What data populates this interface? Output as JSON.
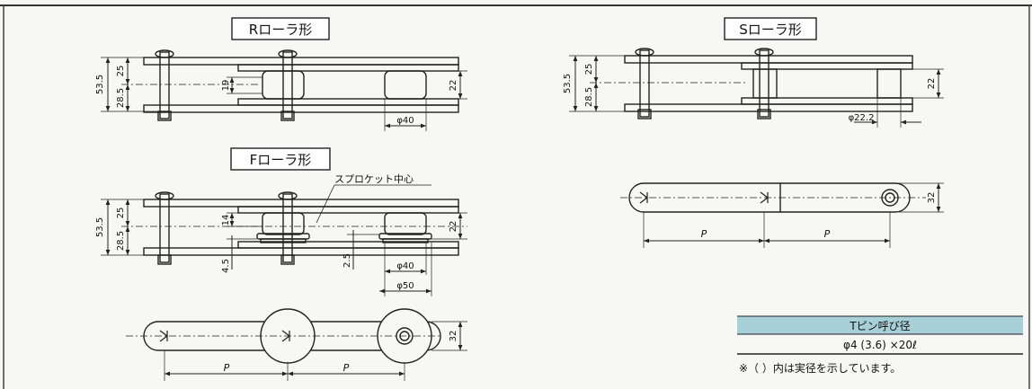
{
  "diagrams": {
    "r_roller": {
      "title": "Rローラ形",
      "dim_total": "53.5",
      "dim_top": "25",
      "dim_bottom": "28.5",
      "dim_inner": "19",
      "dim_width": "22",
      "dim_roller_dia": "φ40"
    },
    "s_roller": {
      "title": "Sローラ形",
      "dim_total": "53.5",
      "dim_top": "25",
      "dim_bottom": "28.5",
      "dim_width": "22",
      "dim_roller_dia": "φ22.2"
    },
    "f_roller": {
      "title": "Fローラ形",
      "sprocket_label": "スプロケット中心",
      "dim_total": "53.5",
      "dim_top": "25",
      "dim_bottom": "28.5",
      "dim_inner": "14",
      "dim_flange": "4.5",
      "dim_offset": "2.5",
      "dim_width": "22",
      "dim_roller_dia": "φ40",
      "dim_flange_dia": "φ50"
    },
    "top_view_f": {
      "dim_pitch_1": "P",
      "dim_pitch_2": "P",
      "dim_height": "32"
    },
    "top_view_s": {
      "dim_pitch_1": "P",
      "dim_pitch_2": "P",
      "dim_height": "32"
    }
  },
  "pin_table": {
    "header": "Tピン呼び径",
    "value": "φ4 (3.6) ×20ℓ",
    "note": "※（ ）内は実径を示しています。",
    "header_color": "#a8d0d8"
  }
}
